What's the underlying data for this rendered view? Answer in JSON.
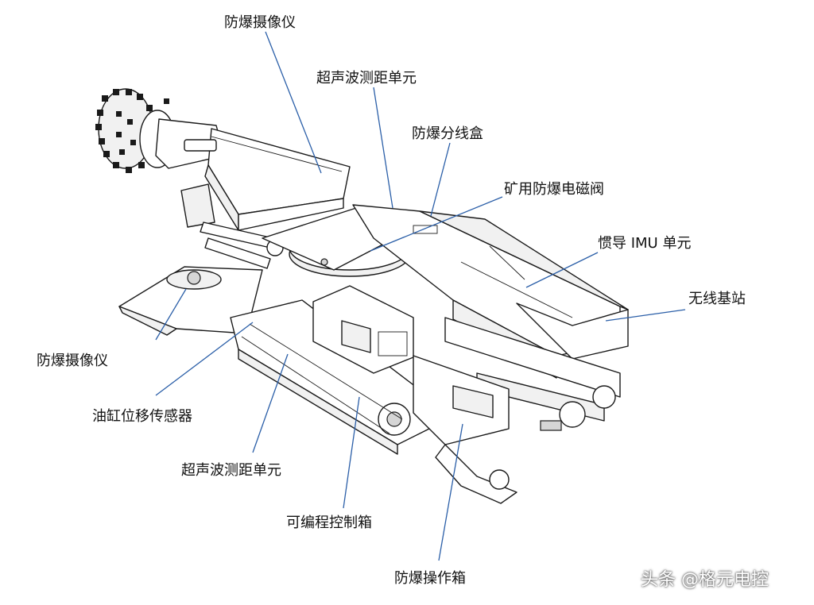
{
  "labels": {
    "camera_top": "防爆摄像仪",
    "ultrasonic_top": "超声波测距单元",
    "junction_box": "防爆分线盒",
    "solenoid_valve": "矿用防爆电磁阀",
    "imu_unit": "惯导 IMU 单元",
    "wireless_station": "无线基站",
    "camera_left": "防爆摄像仪",
    "cylinder_sensor": "油缸位移传感器",
    "ultrasonic_bottom": "超声波测距单元",
    "plc_box": "可编程控制箱",
    "operation_box": "防爆操作箱"
  },
  "watermark": "头条 @格元电控",
  "colors": {
    "leader_line": "#2b5fa8",
    "machine_stroke": "#1a1a1a"
  }
}
